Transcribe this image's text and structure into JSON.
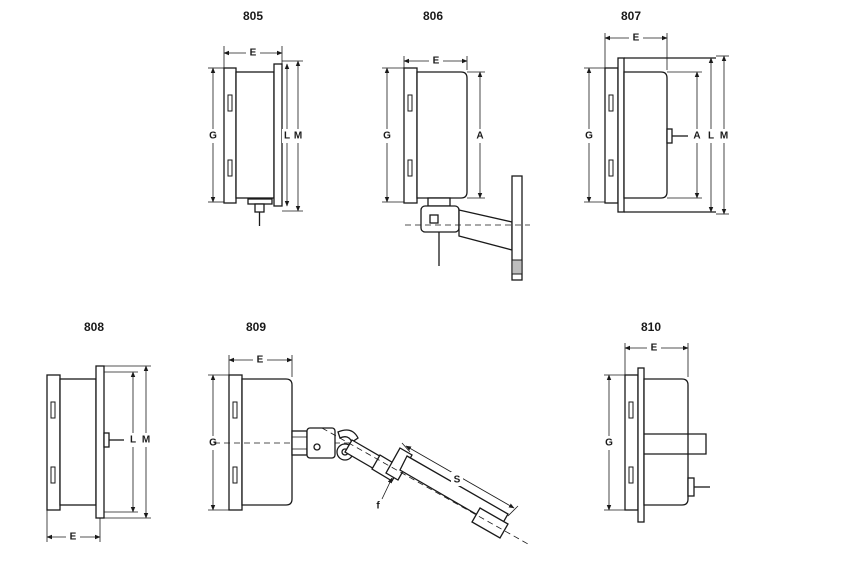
{
  "titles": {
    "t805": "805",
    "t806": "806",
    "t807": "807",
    "t808": "808",
    "t809": "809",
    "t810": "810"
  },
  "labels": {
    "E": "E",
    "G": "G",
    "L": "L",
    "M": "M",
    "A": "A",
    "S": "S",
    "f": "f"
  }
}
